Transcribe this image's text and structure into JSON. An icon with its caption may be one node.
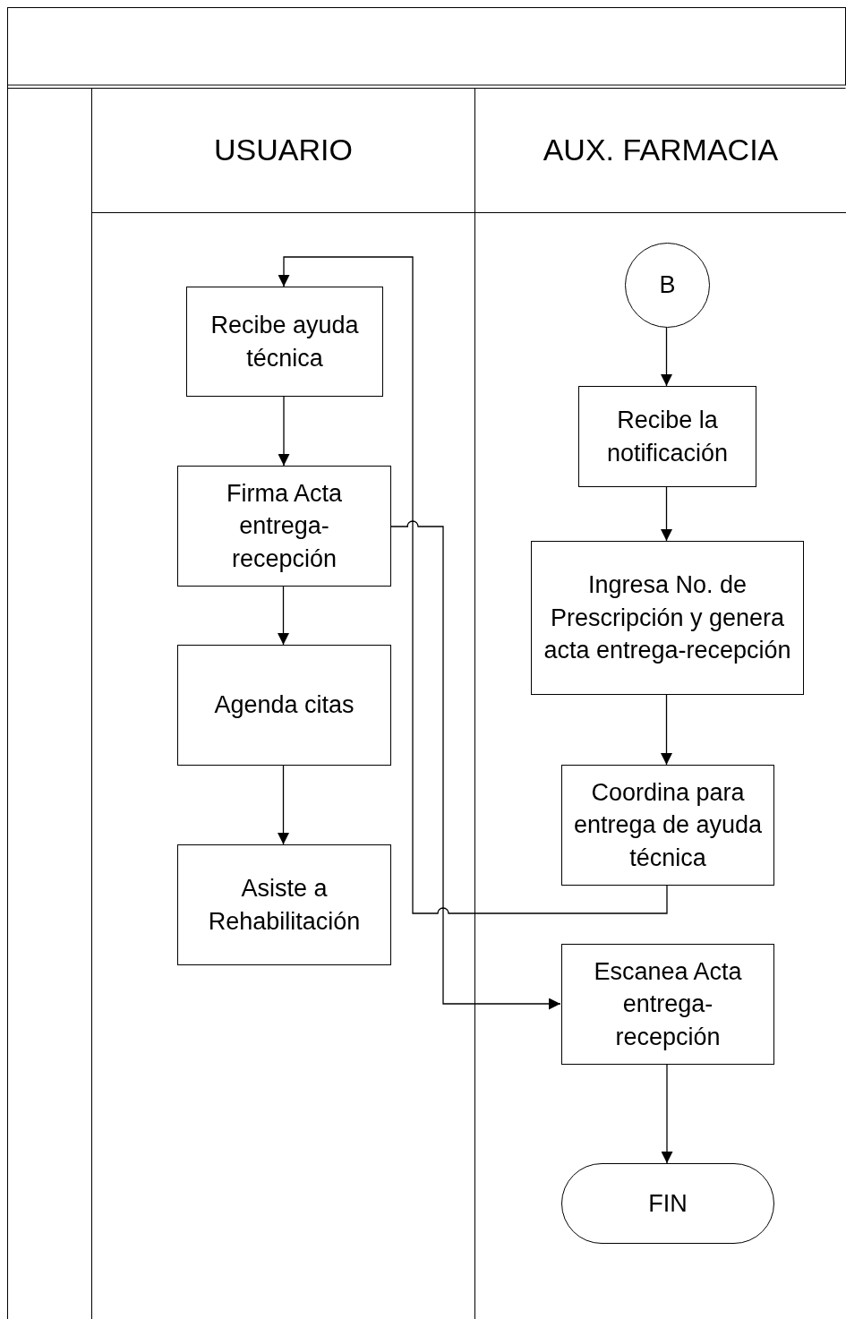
{
  "diagram": {
    "nodes": [
      {
        "text": [
          "USUARIO"
        ]
      },
      {
        "text": [
          "AUX. FARMACIA"
        ]
      },
      {
        "text": [
          "B"
        ],
        "in": 1
      },
      {
        "text": [
          "Recibe la notificación"
        ],
        "in": 1
      },
      {
        "text": [
          "Ingresa No. de Prescripción y genera acta entrega-recepción"
        ],
        "in": 1
      },
      {
        "text": [
          "Coordina para entrega de ayuda técnica"
        ],
        "in": 1
      },
      {
        "text": [
          "Recibe ayuda técnica"
        ],
        "in": 0
      },
      {
        "text": [
          "Firma Acta entrega-recepción"
        ],
        "in": 0
      },
      {
        "text": [
          "Agenda citas"
        ],
        "in": 0
      },
      {
        "text": [
          "Asiste a Rehabilitación"
        ],
        "in": 0
      },
      {
        "text": [
          "Escanea Acta entrega-recepción"
        ],
        "in": 1
      },
      {
        "text": [
          "FIN"
        ],
        "in": 1
      }
    ],
    "edges": [
      {
        "from": 2,
        "to": 3,
        "arrow": "to"
      },
      {
        "from": 3,
        "to": 4,
        "arrow": "to"
      },
      {
        "from": 4,
        "to": 5,
        "arrow": "to"
      },
      {
        "from": 5,
        "to": 6,
        "arrow": "to"
      },
      {
        "from": 6,
        "to": 7,
        "arrow": "to"
      },
      {
        "from": 7,
        "to": 8,
        "arrow": "to"
      },
      {
        "from": 8,
        "to": 9,
        "arrow": "to"
      },
      {
        "from": 7,
        "to": 10,
        "arrow": "to"
      },
      {
        "from": 10,
        "to": 11,
        "arrow": "to"
      }
    ]
  }
}
